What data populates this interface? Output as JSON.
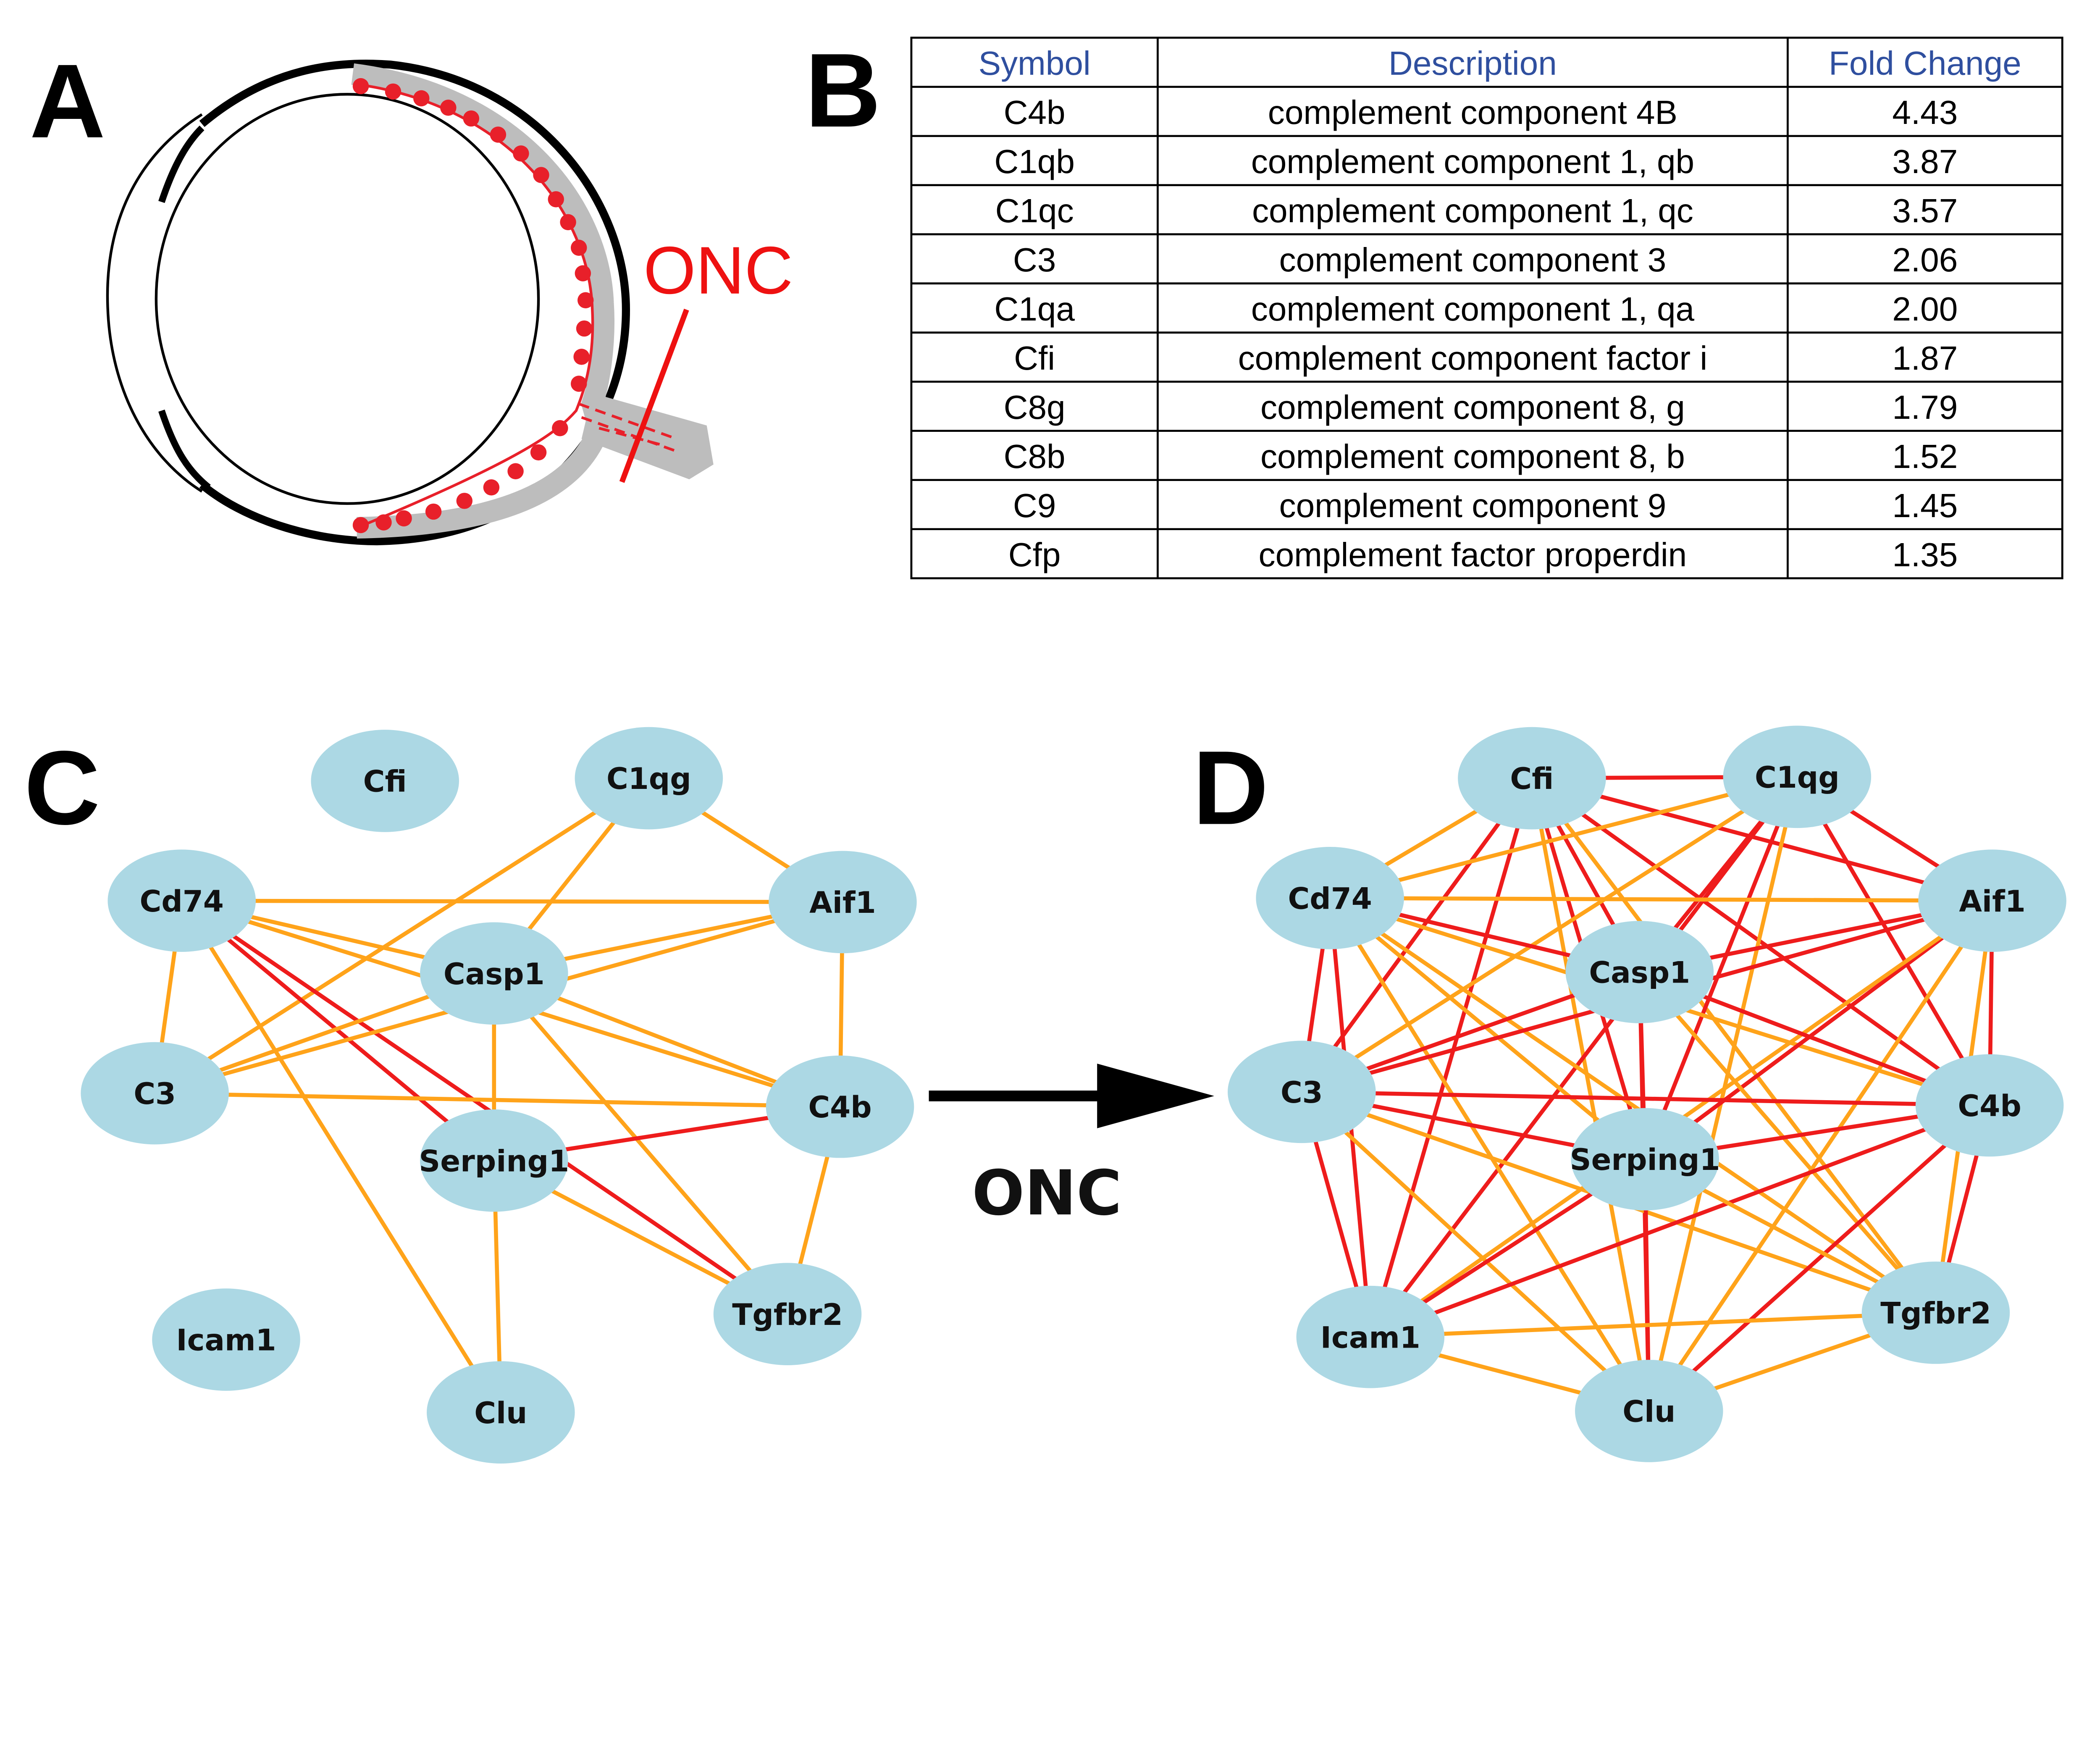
{
  "panels": {
    "a": "A",
    "b": "B",
    "c": "C",
    "d": "D"
  },
  "panel_a": {
    "label": "ONC",
    "label_color": "#ee1111",
    "retina_dot_color": "#e8202a",
    "tissue_color": "#bdbdbd"
  },
  "table": {
    "headers": [
      "Symbol",
      "Description",
      "Fold Change"
    ],
    "header_color": "#2f4f9f",
    "rows": [
      [
        "C4b",
        "complement component 4B",
        "4.43"
      ],
      [
        "C1qb",
        "complement component 1, qb",
        "3.87"
      ],
      [
        "C1qc",
        "complement component 1, qc",
        "3.57"
      ],
      [
        "C3",
        "complement component 3",
        "2.06"
      ],
      [
        "C1qa",
        "complement component 1, qa",
        "2.00"
      ],
      [
        "Cfi",
        "complement component factor i",
        "1.87"
      ],
      [
        "C8g",
        "complement component 8, g",
        "1.79"
      ],
      [
        "C8b",
        "complement component 8, b",
        "1.52"
      ],
      [
        "C9",
        "complement component 9",
        "1.45"
      ],
      [
        "Cfp",
        "complement factor properdin",
        "1.35"
      ]
    ]
  },
  "arrow_label": "ONC",
  "network_colors": {
    "node": "#acd8e4",
    "edge_orange": "#ffa31a",
    "edge_red": "#ee1c1c"
  },
  "networks": {
    "c": {
      "nodes": [
        "Cfi",
        "C1qg",
        "Cd74",
        "Aif1",
        "Casp1",
        "C3",
        "C4b",
        "Serping1",
        "Tgfbr2",
        "Icam1",
        "Clu"
      ],
      "edges": [
        [
          "C1qg",
          "Aif1",
          "orange"
        ],
        [
          "C1qg",
          "C3",
          "orange"
        ],
        [
          "C1qg",
          "Casp1",
          "orange"
        ],
        [
          "Cd74",
          "Aif1",
          "orange"
        ],
        [
          "Cd74",
          "Casp1",
          "orange"
        ],
        [
          "Cd74",
          "C3",
          "orange"
        ],
        [
          "Cd74",
          "Clu",
          "orange"
        ],
        [
          "Cd74",
          "Serping1",
          "red"
        ],
        [
          "Cd74",
          "Tgfbr2",
          "red"
        ],
        [
          "Cd74",
          "C4b",
          "orange"
        ],
        [
          "Casp1",
          "Aif1",
          "orange"
        ],
        [
          "Casp1",
          "C3",
          "orange"
        ],
        [
          "Casp1",
          "C4b",
          "orange"
        ],
        [
          "Casp1",
          "Serping1",
          "orange"
        ],
        [
          "Casp1",
          "Tgfbr2",
          "orange"
        ],
        [
          "Aif1",
          "C3",
          "orange"
        ],
        [
          "Aif1",
          "C4b",
          "orange"
        ],
        [
          "C3",
          "C4b",
          "orange"
        ],
        [
          "Serping1",
          "C4b",
          "red"
        ],
        [
          "Serping1",
          "Tgfbr2",
          "orange"
        ],
        [
          "Serping1",
          "Clu",
          "orange"
        ],
        [
          "C4b",
          "Tgfbr2",
          "orange"
        ]
      ]
    },
    "d": {
      "nodes": [
        "Cfi",
        "C1qg",
        "Cd74",
        "Aif1",
        "Casp1",
        "C3",
        "C4b",
        "Serping1",
        "Tgfbr2",
        "Icam1",
        "Clu"
      ],
      "edges": [
        [
          "Cfi",
          "C1qg",
          "red"
        ],
        [
          "Cfi",
          "Aif1",
          "red"
        ],
        [
          "Cfi",
          "C4b",
          "red"
        ],
        [
          "Cfi",
          "Cd74",
          "orange"
        ],
        [
          "Cfi",
          "C3",
          "red"
        ],
        [
          "Cfi",
          "Icam1",
          "red"
        ],
        [
          "Cfi",
          "Casp1",
          "red"
        ],
        [
          "Cfi",
          "Serping1",
          "red"
        ],
        [
          "Cfi",
          "Clu",
          "orange"
        ],
        [
          "Cfi",
          "Tgfbr2",
          "orange"
        ],
        [
          "C1qg",
          "Aif1",
          "red"
        ],
        [
          "C1qg",
          "C4b",
          "red"
        ],
        [
          "C1qg",
          "Cd74",
          "orange"
        ],
        [
          "C1qg",
          "C3",
          "orange"
        ],
        [
          "C1qg",
          "Casp1",
          "red"
        ],
        [
          "C1qg",
          "Serping1",
          "red"
        ],
        [
          "C1qg",
          "Icam1",
          "red"
        ],
        [
          "C1qg",
          "Clu",
          "orange"
        ],
        [
          "Cd74",
          "Aif1",
          "orange"
        ],
        [
          "Cd74",
          "Casp1",
          "red"
        ],
        [
          "Cd74",
          "C3",
          "red"
        ],
        [
          "Cd74",
          "Icam1",
          "red"
        ],
        [
          "Cd74",
          "Clu",
          "orange"
        ],
        [
          "Cd74",
          "Tgfbr2",
          "orange"
        ],
        [
          "Cd74",
          "C4b",
          "orange"
        ],
        [
          "Cd74",
          "Serping1",
          "orange"
        ],
        [
          "Aif1",
          "Casp1",
          "red"
        ],
        [
          "Aif1",
          "C3",
          "red"
        ],
        [
          "Aif1",
          "C4b",
          "red"
        ],
        [
          "Aif1",
          "Serping1",
          "red"
        ],
        [
          "Aif1",
          "Icam1",
          "orange"
        ],
        [
          "Aif1",
          "Clu",
          "orange"
        ],
        [
          "Aif1",
          "Tgfbr2",
          "orange"
        ],
        [
          "Casp1",
          "C3",
          "red"
        ],
        [
          "Casp1",
          "C4b",
          "red"
        ],
        [
          "Casp1",
          "Serping1",
          "red"
        ],
        [
          "Casp1",
          "Tgfbr2",
          "orange"
        ],
        [
          "Casp1",
          "Clu",
          "red"
        ],
        [
          "C3",
          "C4b",
          "red"
        ],
        [
          "C3",
          "Serping1",
          "red"
        ],
        [
          "C3",
          "Icam1",
          "red"
        ],
        [
          "C3",
          "Tgfbr2",
          "orange"
        ],
        [
          "C3",
          "Clu",
          "orange"
        ],
        [
          "C4b",
          "Serping1",
          "red"
        ],
        [
          "C4b",
          "Icam1",
          "red"
        ],
        [
          "C4b",
          "Tgfbr2",
          "red"
        ],
        [
          "C4b",
          "Clu",
          "red"
        ],
        [
          "Serping1",
          "Icam1",
          "red"
        ],
        [
          "Serping1",
          "Clu",
          "red"
        ],
        [
          "Serping1",
          "Tgfbr2",
          "orange"
        ],
        [
          "Icam1",
          "Tgfbr2",
          "orange"
        ],
        [
          "Icam1",
          "Clu",
          "orange"
        ],
        [
          "Tgfbr2",
          "Clu",
          "orange"
        ]
      ]
    }
  }
}
